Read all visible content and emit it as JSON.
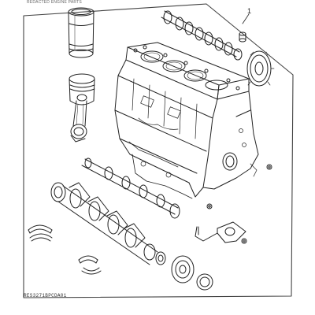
{
  "header": {
    "text": "REDACTED ENGINE PARTS"
  },
  "callouts": {
    "main": "1"
  },
  "figure": {
    "id": "RES3271BPCDA01"
  },
  "colors": {
    "line": "#222222",
    "frame": "#444444",
    "background": "#ffffff"
  },
  "parts": {
    "cylinder_liner": "cylinder-liner",
    "piston_rod": "piston-and-connecting-rod",
    "camshaft": "camshaft",
    "cam_gear": "camshaft-gear",
    "pin": "dowel-pin",
    "block": "cylinder-block",
    "balancer": "balancer-shaft",
    "crankshaft": "crankshaft",
    "bearing_upper": "main-bearing-upper",
    "bearing_lower": "main-bearing-lower",
    "oil_pump": "oil-pump",
    "crank_gear": "crankshaft-gear",
    "seal": "oil-seal",
    "small_plug": "plug"
  }
}
